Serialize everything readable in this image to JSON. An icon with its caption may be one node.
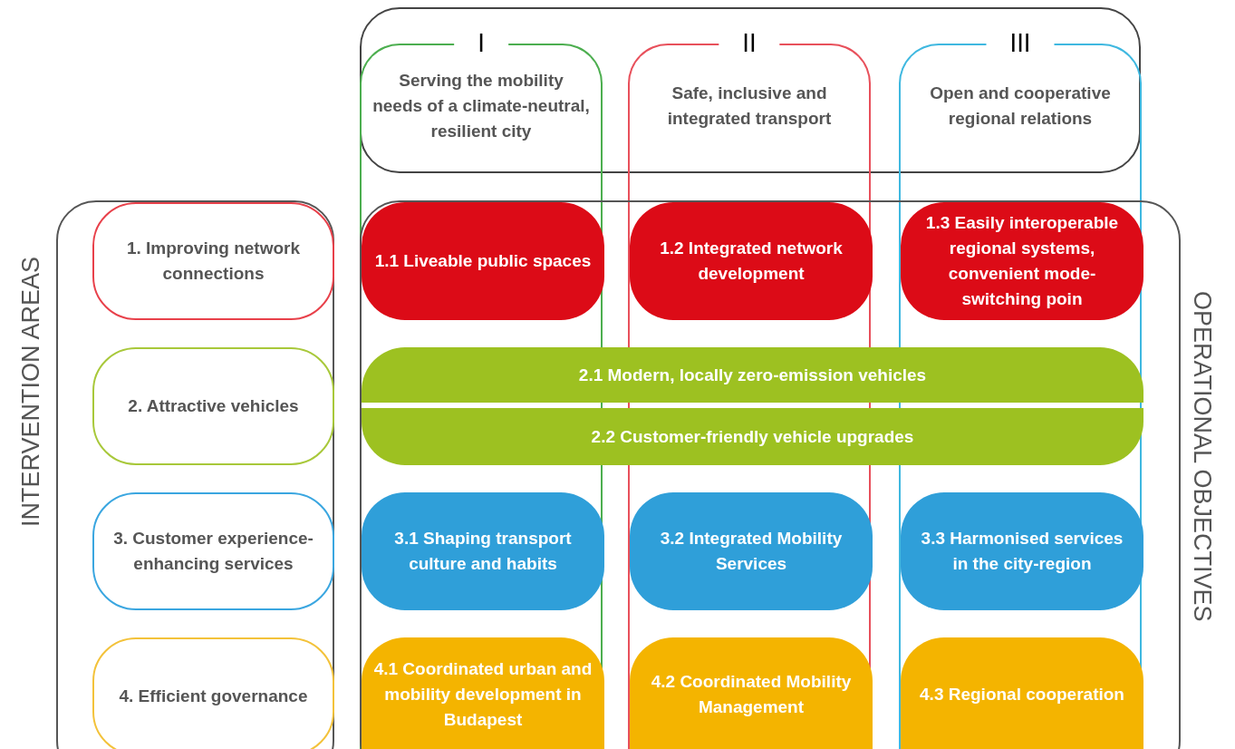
{
  "diagram": {
    "nodes": [
      {
        "text": [
          "I",
          "Serving the mobility needs of a climate-neutral, resilient city"
        ]
      },
      {
        "text": [
          "II",
          "Safe, inclusive and integrated transport"
        ]
      },
      {
        "text": [
          "III",
          "Open and cooperative regional relations"
        ]
      },
      {
        "text": [
          "INTERVENTION AREAS"
        ]
      },
      {
        "text": [
          "1. Improving network connections"
        ],
        "in": 3
      },
      {
        "text": [
          "2. Attractive vehicles"
        ],
        "in": 3
      },
      {
        "text": [
          "3. Customer experience-enhancing services"
        ],
        "in": 3
      },
      {
        "text": [
          "4. Efficient governance"
        ],
        "in": 3
      },
      {
        "text": [
          "OPERATIONAL OBJECTIVES"
        ]
      },
      {
        "text": [
          "1.1 Liveable public spaces"
        ],
        "in": 8
      },
      {
        "text": [
          "1.2 Integrated network development"
        ],
        "in": 8
      },
      {
        "text": [
          "1.3 Easily interoperable regional systems, convenient mode-switching poin"
        ],
        "in": 8
      },
      {
        "text": [
          "2.1 Modern, locally zero-emission vehicles"
        ],
        "in": 8
      },
      {
        "text": [
          "2.2 Customer-friendly vehicle upgrades"
        ],
        "in": 8
      },
      {
        "text": [
          "3.1 Shaping transport culture and habits"
        ],
        "in": 8
      },
      {
        "text": [
          "3.2 Integrated Mobility Services"
        ],
        "in": 8
      },
      {
        "text": [
          "3.3 Harmonised services in the city-region"
        ],
        "in": 8
      },
      {
        "text": [
          "4.1 Coordinated urban and mobility development in Budapest"
        ],
        "in": 8
      },
      {
        "text": [
          "4.2 Coordinated Mobility Management"
        ],
        "in": 8
      },
      {
        "text": [
          "4.3 Regional cooperation"
        ],
        "in": 8
      }
    ]
  }
}
